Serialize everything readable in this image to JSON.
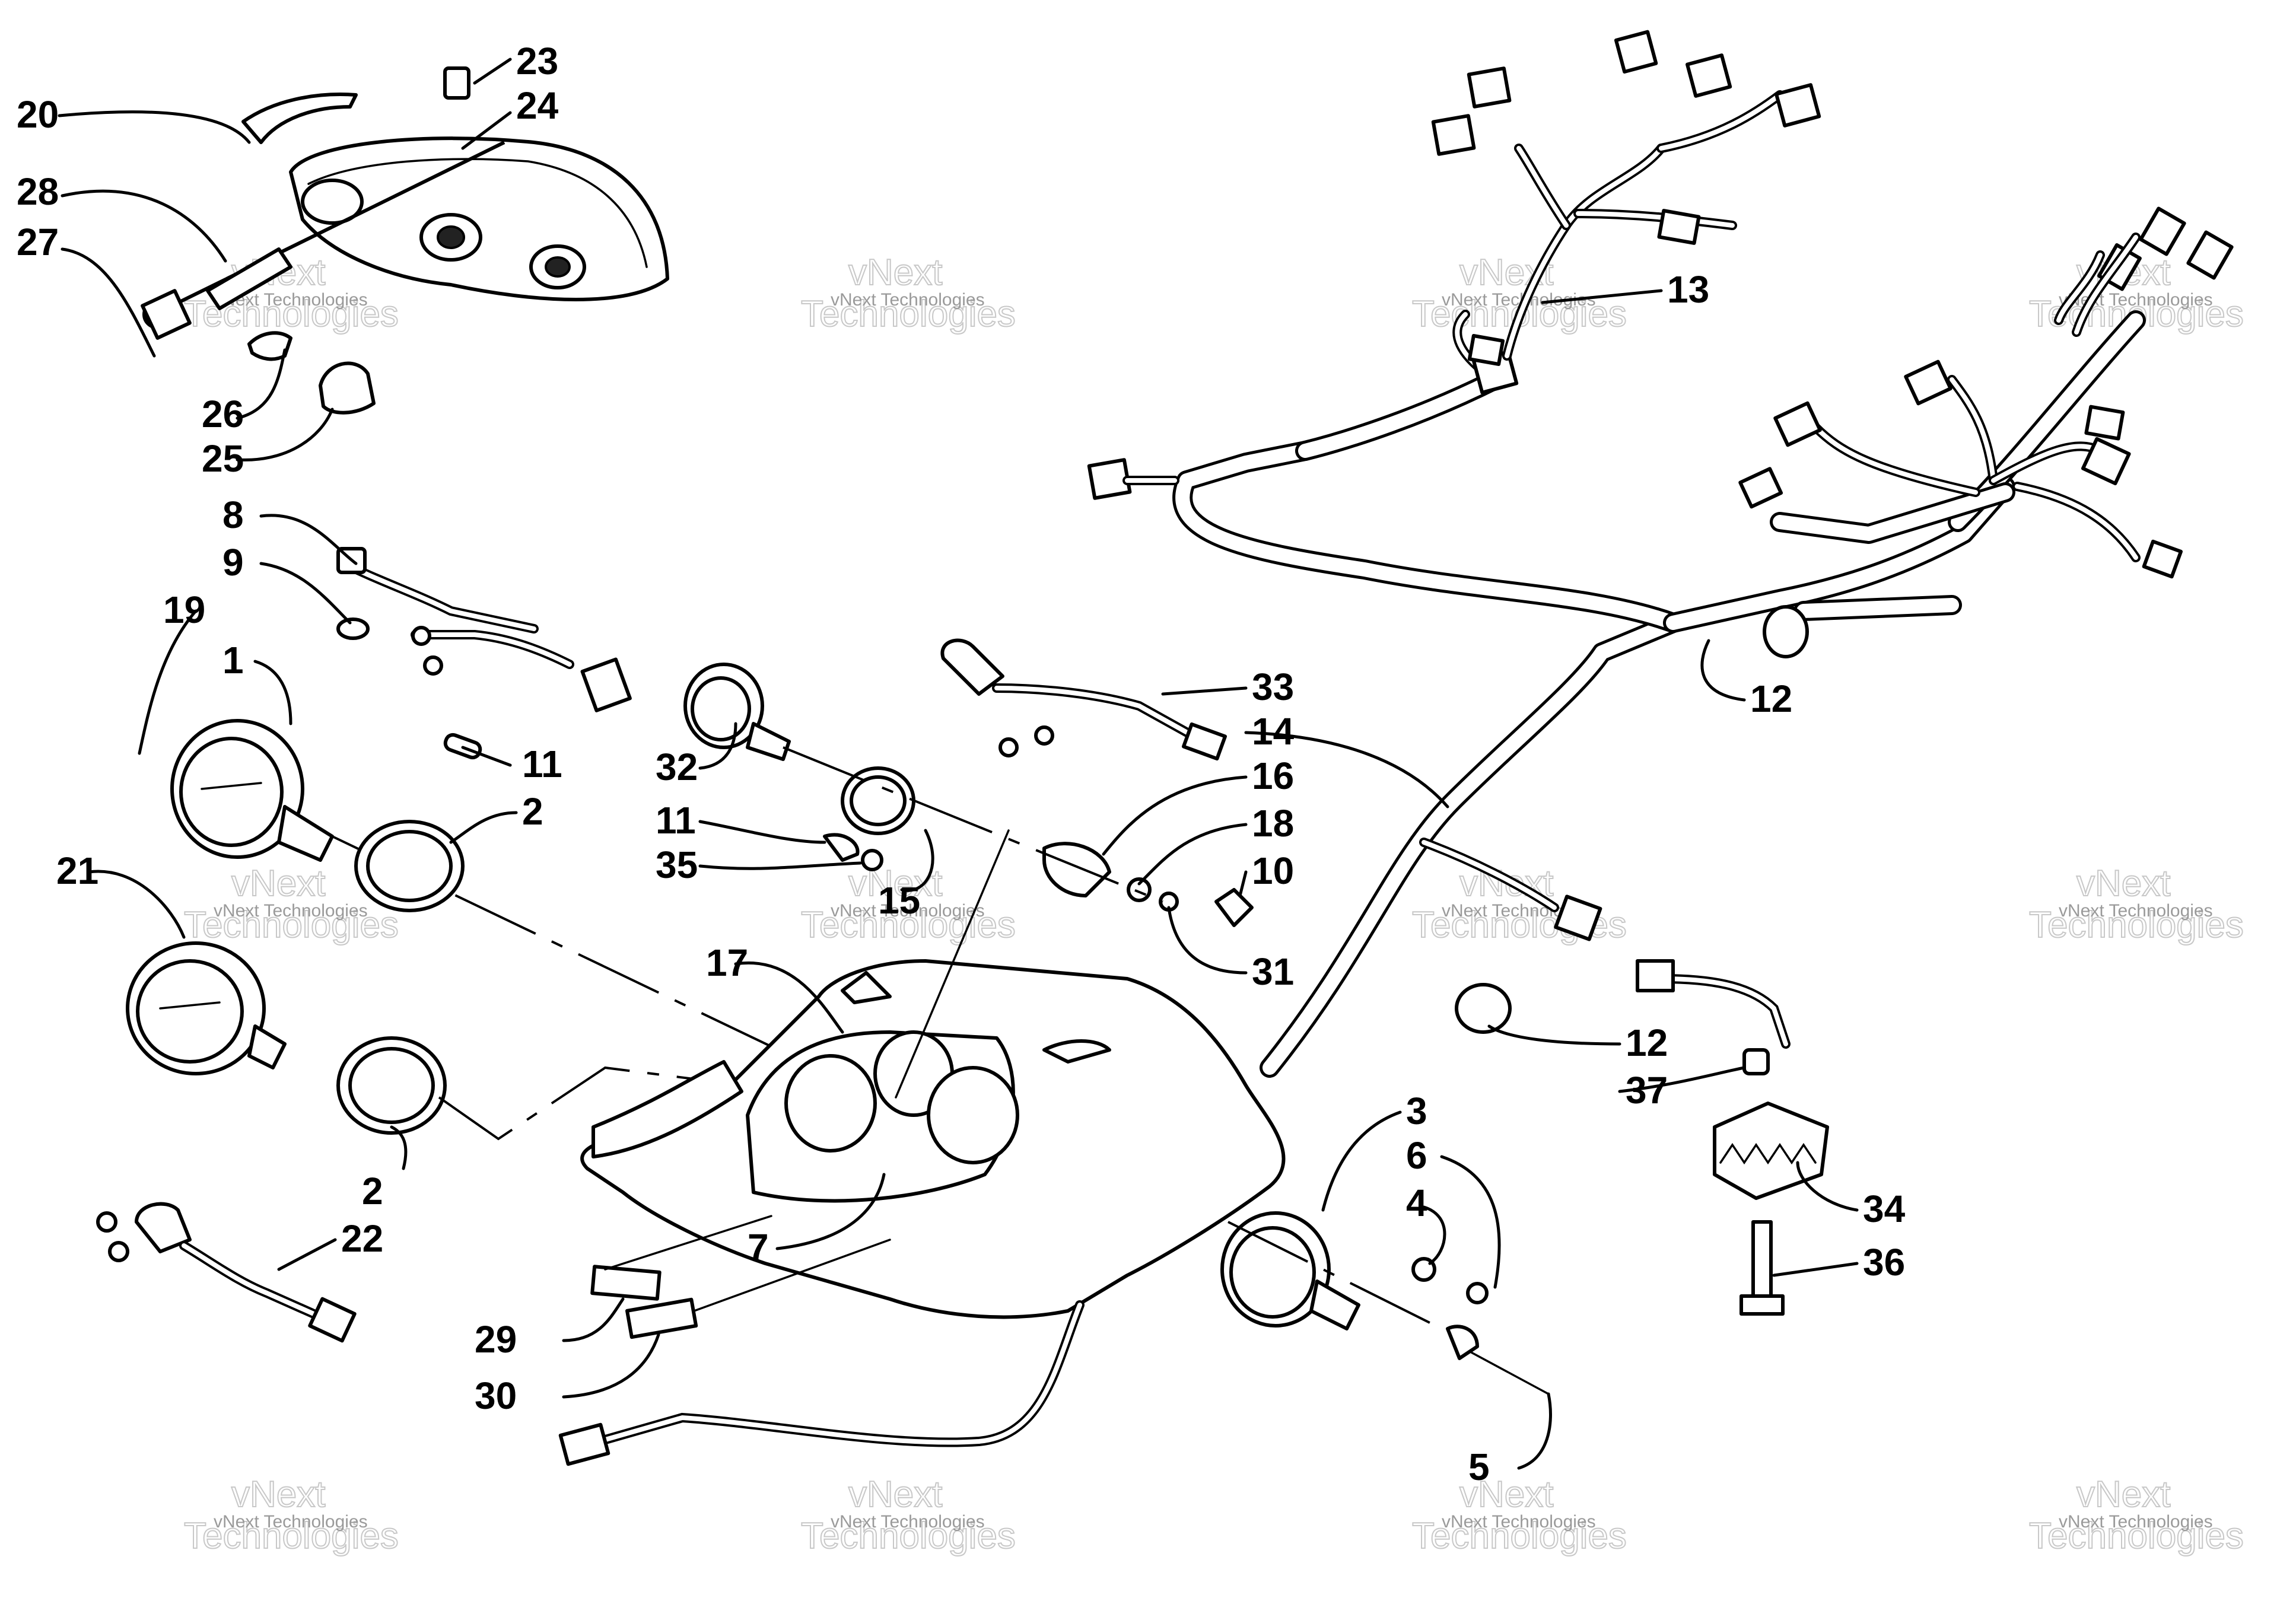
{
  "callouts": [
    {
      "id": "c20",
      "text": "20"
    },
    {
      "id": "c23",
      "text": "23"
    },
    {
      "id": "c24",
      "text": "24"
    },
    {
      "id": "c28",
      "text": "28"
    },
    {
      "id": "c27",
      "text": "27"
    },
    {
      "id": "c26",
      "text": "26"
    },
    {
      "id": "c25",
      "text": "25"
    },
    {
      "id": "c8",
      "text": "8"
    },
    {
      "id": "c9",
      "text": "9"
    },
    {
      "id": "c19",
      "text": "19"
    },
    {
      "id": "c1",
      "text": "1"
    },
    {
      "id": "c11a",
      "text": "11"
    },
    {
      "id": "c2a",
      "text": "2"
    },
    {
      "id": "c21",
      "text": "21"
    },
    {
      "id": "c2b",
      "text": "2"
    },
    {
      "id": "c22",
      "text": "22"
    },
    {
      "id": "c29",
      "text": "29"
    },
    {
      "id": "c30",
      "text": "30"
    },
    {
      "id": "c7",
      "text": "7"
    },
    {
      "id": "c17",
      "text": "17"
    },
    {
      "id": "c32",
      "text": "32"
    },
    {
      "id": "c11b",
      "text": "11"
    },
    {
      "id": "c35",
      "text": "35"
    },
    {
      "id": "c15",
      "text": "15"
    },
    {
      "id": "c33",
      "text": "33"
    },
    {
      "id": "c16",
      "text": "16"
    },
    {
      "id": "c18",
      "text": "18"
    },
    {
      "id": "c10",
      "text": "10"
    },
    {
      "id": "c31",
      "text": "31"
    },
    {
      "id": "c14",
      "text": "14"
    },
    {
      "id": "c13",
      "text": "13"
    },
    {
      "id": "c12a",
      "text": "12"
    },
    {
      "id": "c12b",
      "text": "12"
    },
    {
      "id": "c37",
      "text": "37"
    },
    {
      "id": "c34",
      "text": "34"
    },
    {
      "id": "c36",
      "text": "36"
    },
    {
      "id": "c3",
      "text": "3"
    },
    {
      "id": "c6",
      "text": "6"
    },
    {
      "id": "c4",
      "text": "4"
    },
    {
      "id": "c5",
      "text": "5"
    }
  ],
  "watermark": {
    "line1": "vNext Technologies",
    "line2": "vNext",
    "line3": "Technologies"
  }
}
